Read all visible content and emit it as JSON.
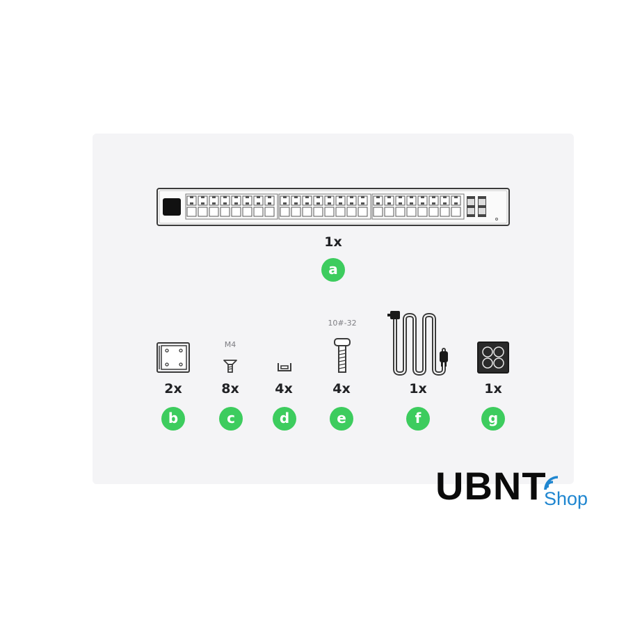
{
  "items": [
    {
      "id": "switch",
      "letter": "a",
      "qty": "1x"
    },
    {
      "id": "rack-ear",
      "letter": "b",
      "qty": "2x"
    },
    {
      "id": "m4-screw",
      "letter": "c",
      "qty": "8x",
      "spec": "M4"
    },
    {
      "id": "cable-clip",
      "letter": "d",
      "qty": "4x"
    },
    {
      "id": "rack-screw",
      "letter": "e",
      "qty": "4x",
      "spec": "10#-32"
    },
    {
      "id": "power-cord",
      "letter": "f",
      "qty": "1x"
    },
    {
      "id": "rubber-feet",
      "letter": "g",
      "qty": "1x"
    }
  ],
  "colors": {
    "badge": "#3dcc5e",
    "panel": "#f4f4f6",
    "brand_blue": "#1f86d0"
  },
  "logo": {
    "main": "UBNT",
    "sub": "Shop"
  }
}
